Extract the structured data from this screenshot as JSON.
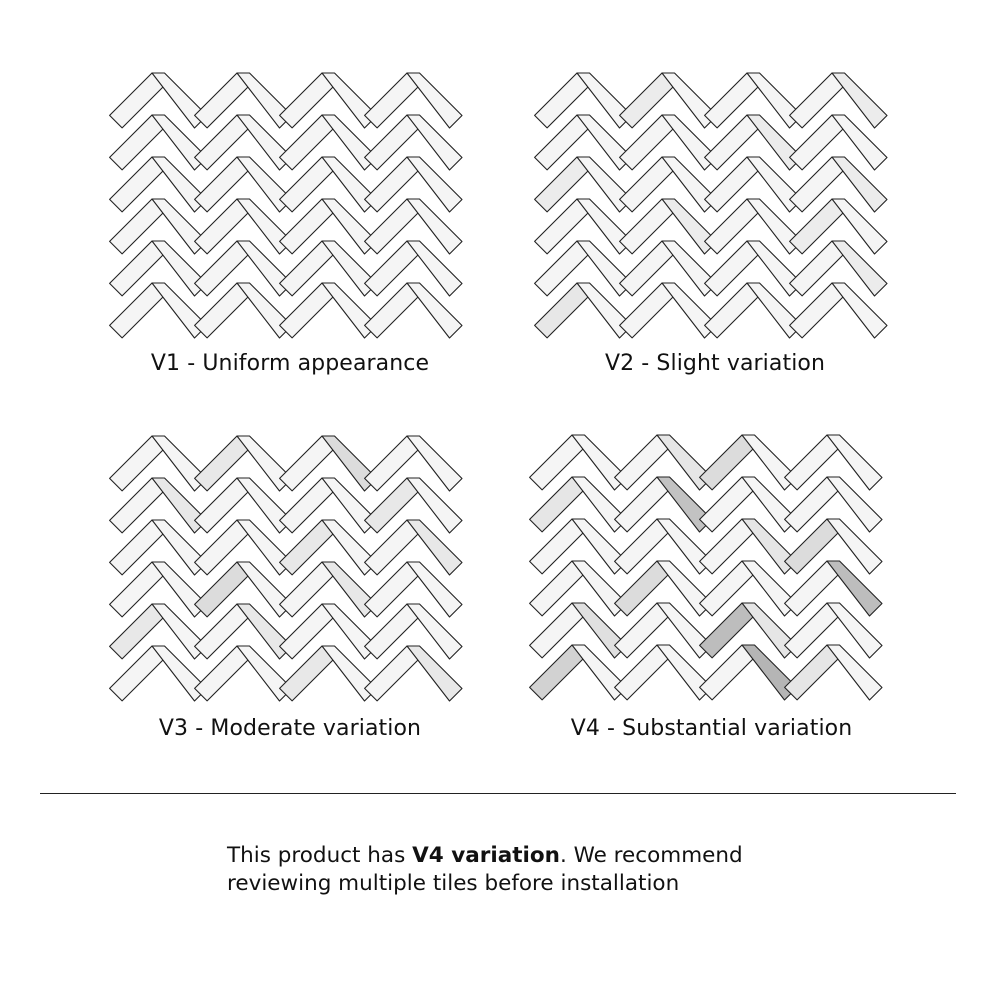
{
  "panels": [
    {
      "id": "v1",
      "caption": "V1 - Uniform appearance",
      "highlighted": false,
      "shading": {}
    },
    {
      "id": "v2",
      "caption": "V2 - Slight variation",
      "highlighted": false,
      "shading": {
        "L0:1": "#ececec",
        "R0:3": "#ececec",
        "L1:4": "#ececec",
        "R1:2": "#ececec",
        "L2:0": "#ececec",
        "R2:3": "#ececec",
        "L3:3": "#ececec",
        "R3:1": "#ececec",
        "L5:0": "#e7e7e7",
        "R4:3": "#ececec"
      }
    },
    {
      "id": "v3",
      "caption": "V3 - Moderate variation",
      "highlighted": false,
      "shading": {
        "L0:1": "#e8e8e8",
        "R0:2": "#dcdcdc",
        "L1:3": "#e8e8e8",
        "R1:0": "#e8e8e8",
        "L2:2": "#e8e8e8",
        "R2:3": "#e8e8e8",
        "L3:1": "#dcdcdc",
        "R3:2": "#e8e8e8",
        "L4:0": "#e8e8e8",
        "R4:1": "#e8e8e8",
        "L5:2": "#e8e8e8",
        "R5:3": "#e8e8e8"
      }
    },
    {
      "id": "v4",
      "caption": "V4 - Substantial variation",
      "highlighted": true,
      "shading": {
        "L0:2": "#dcdcdc",
        "R0:1": "#e6e6e6",
        "R1:1": "#c2c2c2",
        "L1:0": "#e6e6e6",
        "L2:3": "#dcdcdc",
        "R2:2": "#e6e6e6",
        "L3:1": "#dcdcdc",
        "R3:3": "#bdbdbd",
        "L4:2": "#bdbdbd",
        "R4:0": "#e0e0e0",
        "L5:0": "#d2d2d2",
        "R5:2": "#b5b5b5",
        "L5:3": "#e6e6e6",
        "R4:2": "#e6e6e6"
      }
    }
  ],
  "note": {
    "line1_before": "This product has ",
    "line1_bold": "V4 variation",
    "line1_after": ". We recommend",
    "line2": "reviewing multiple tiles before installation"
  },
  "colors": {
    "tile_base": "#f5f5f5",
    "tile_stroke": "#222222"
  }
}
